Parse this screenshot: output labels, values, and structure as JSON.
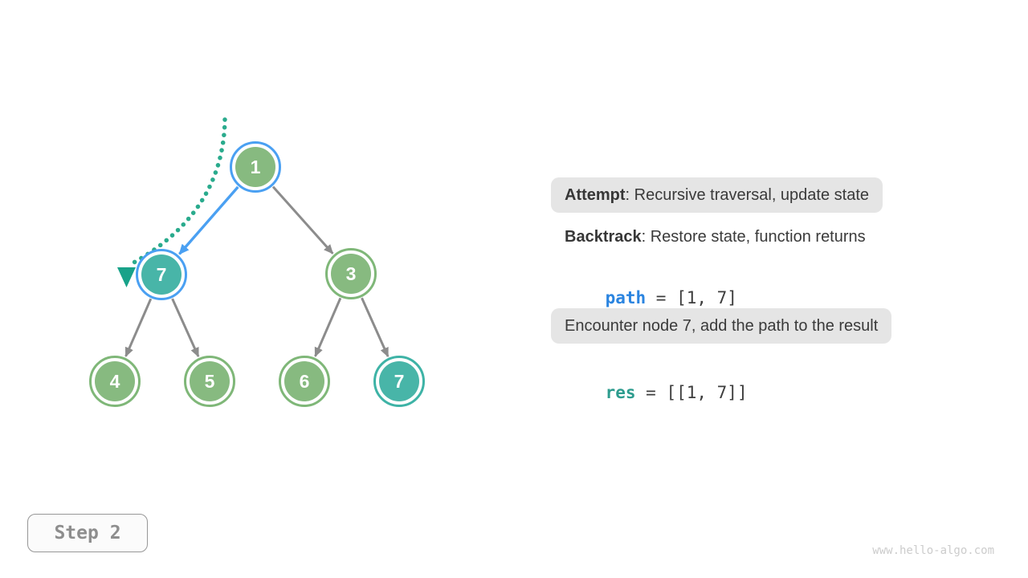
{
  "page": {
    "step_label": "Step 2",
    "watermark": "www.hello-algo.com"
  },
  "colors": {
    "node_green_fill": "#87ba80",
    "node_teal_fill": "#48b5a8",
    "highlight_ring_blue": "#4aa0f2",
    "edge_gray": "#8c8c8c",
    "edge_blue": "#4aa0f2",
    "trace_dot_teal": "#2aab8d",
    "marker_triangle_teal": "#18a289",
    "callout_bg": "#e5e5e5",
    "code_path_blue": "#2a84e0",
    "code_res_teal": "#2d9c8e"
  },
  "diagram": {
    "description": "Binary tree preorder backtracking visualization",
    "nodes": [
      {
        "value": "1",
        "fill": "green",
        "ring": "blue"
      },
      {
        "value": "7",
        "fill": "teal",
        "ring": "blue"
      },
      {
        "value": "3",
        "fill": "green",
        "ring": "green"
      },
      {
        "value": "4",
        "fill": "green",
        "ring": "green"
      },
      {
        "value": "5",
        "fill": "green",
        "ring": "green"
      },
      {
        "value": "6",
        "fill": "green",
        "ring": "green"
      },
      {
        "value": "7",
        "fill": "teal",
        "ring": "teal"
      }
    ],
    "edges": [
      {
        "from": "1",
        "to": "7-left",
        "style": "blue-highlight-arrow"
      },
      {
        "from": "1",
        "to": "3",
        "style": "gray-arrow"
      },
      {
        "from": "7-left",
        "to": "4",
        "style": "gray-arrow"
      },
      {
        "from": "7-left",
        "to": "5",
        "style": "gray-arrow"
      },
      {
        "from": "3",
        "to": "6",
        "style": "gray-arrow"
      },
      {
        "from": "3",
        "to": "7-right",
        "style": "gray-arrow"
      }
    ],
    "trace": {
      "type": "dotted-curve",
      "meaning": "traversal trace toward current node 7"
    }
  },
  "panel": {
    "attempt": {
      "label": "Attempt",
      "text": ": Recursive traversal, update state"
    },
    "backtrack": {
      "label": "Backtrack",
      "text": ": Restore state, function returns"
    },
    "path_var": {
      "name": "path",
      "value": " = [1, 7]"
    },
    "encounter": {
      "text": "Encounter node 7, add the path to the result"
    },
    "res_var": {
      "name": "res",
      "value": " = [[1, 7]]"
    }
  }
}
